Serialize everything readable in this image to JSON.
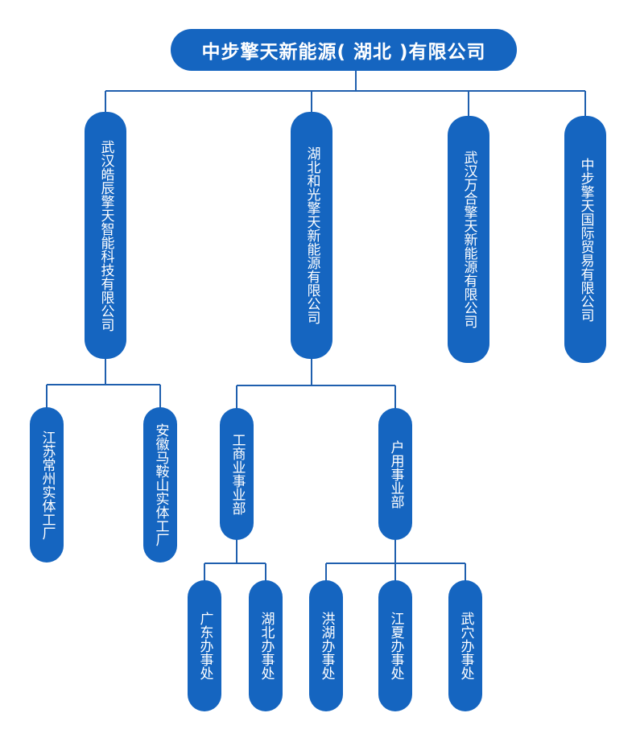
{
  "org_chart": {
    "root": "中步擎天新能源( 湖北 )有限公司",
    "subsidiaries": {
      "wuhan_haochen": "武汉皓辰擎天智能科技有限公司",
      "hubei_heguang": "湖北和光擎天新能源有限公司",
      "wuhan_wanhe": "武汉万合擎天新能源有限公司",
      "zhongbu_trade": "中步擎天国际贸易有限公司"
    },
    "factories": {
      "jiangsu_changzhou": "江苏常州实体工厂",
      "anhui_maanshan": "安徽马鞍山实体工厂"
    },
    "divisions": {
      "commercial": "工商业事业部",
      "household": "户用事业部"
    },
    "offices": {
      "guangdong": "广东办事处",
      "hubei": "湖北办事处",
      "honghu": "洪湖办事处",
      "jiangxia": "江夏办事处",
      "wuxue": "武穴办事处"
    },
    "colors": {
      "node_fill": "#1565c0",
      "node_text": "#ffffff",
      "connector": "#1f5fae"
    }
  }
}
